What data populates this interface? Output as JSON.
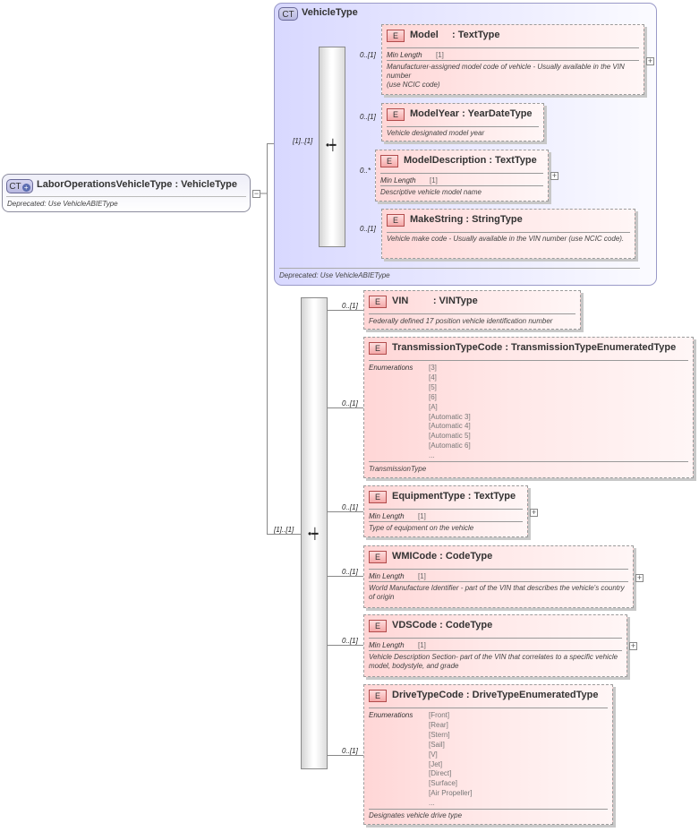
{
  "root": {
    "badge": "CT",
    "title": "LaborOperationsVehicleType : VehicleType",
    "description": "Deprecated: Use VehicleABIEType"
  },
  "vehicle_type": {
    "badge": "CT",
    "title": "VehicleType",
    "description": "Deprecated: Use VehicleABIEType",
    "cardinality": "[1]..[1]"
  },
  "lower_sequence": {
    "cardinality": "[1]..[1]"
  },
  "labels": {
    "element_badge": "E",
    "min_length": "Min Length",
    "enumerations": "Enumerations"
  },
  "vehicle_type_elements": [
    {
      "name": "Model     : TextType",
      "cardinality": "0..[1]",
      "facet_value": "[1]",
      "description": "Manufacturer-assigned model code of vehicle - Usually available in the VIN number\n(use NCIC code)"
    },
    {
      "name": "ModelYear : YearDateType",
      "cardinality": "0..[1]",
      "description": "Vehicle designated model year"
    },
    {
      "name": "ModelDescription : TextType",
      "cardinality": "0..*",
      "facet_value": "[1]",
      "description": "Descriptive vehicle model name"
    },
    {
      "name": "MakeString : StringType",
      "cardinality": "0..[1]",
      "description": "Vehicle make code - Usually available in the VIN number (use NCIC code)."
    }
  ],
  "elements": [
    {
      "name": "VIN         : VINType",
      "cardinality": "0..[1]",
      "description": "Federally defined 17 position vehicle identification number"
    },
    {
      "name": "TransmissionTypeCode : TransmissionTypeEnumeratedType",
      "cardinality": "0..[1]",
      "enumerations": [
        "[3]",
        "[4]",
        "[5]",
        "[6]",
        "[A]",
        "[Automatic 3]",
        "[Automatic 4]",
        "[Automatic 5]",
        "[Automatic 6]",
        "..."
      ],
      "description": "TransmissionType"
    },
    {
      "name": "EquipmentType : TextType",
      "cardinality": "0..[1]",
      "facet_value": "[1]",
      "description": "Type of equipment on the vehicle"
    },
    {
      "name": "WMICode : CodeType",
      "cardinality": "0..[1]",
      "facet_value": "[1]",
      "description": "World Manufacture Identifier - part of the VIN that describes the vehicle's country of origin"
    },
    {
      "name": "VDSCode : CodeType",
      "cardinality": "0..[1]",
      "facet_value": "[1]",
      "description": "Vehicle Description Section- part of the VIN that correlates to a specific vehicle model, bodystyle, and grade"
    },
    {
      "name": "DriveTypeCode : DriveTypeEnumeratedType",
      "cardinality": "0..[1]",
      "enumerations": [
        "[Front]",
        "[Rear]",
        "[Stern]",
        "[Sail]",
        "[V]",
        "[Jet]",
        "[Direct]",
        "[Surface]",
        "[Air Propeller]",
        "..."
      ],
      "description": "Designates vehicle drive type"
    }
  ]
}
